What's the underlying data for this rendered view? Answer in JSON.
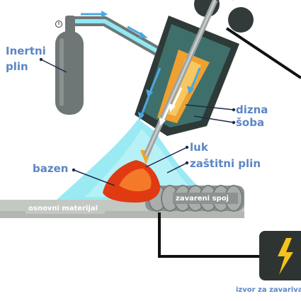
{
  "labels": {
    "inert_gas_line1": "Inertni",
    "inert_gas_line2": "plin",
    "nozzle": "dizna",
    "cup": "šoba",
    "arc": "luk",
    "shielding_gas": "zaštitni plin",
    "pool": "bazen",
    "base_material": "osnovni materijal",
    "weld_joint": "zavareni spoj",
    "power_source": "izvor za zavarivanje"
  },
  "colors": {
    "label_blue": "#5b86c4",
    "gas_cyan": "#8fe8f2",
    "flow_arrow": "#4aa8e0",
    "torch_dark": "#2e3a38",
    "torch_teal": "#3f6f6a",
    "electrode_orange": "#f0a030",
    "pool_red": "#e03a12",
    "cylinder_gray": "#6f7676",
    "power_yellow": "#f4c21a"
  },
  "icons": {
    "power": "lightning-bolt-icon",
    "valve": "cylinder-valve-icon"
  }
}
